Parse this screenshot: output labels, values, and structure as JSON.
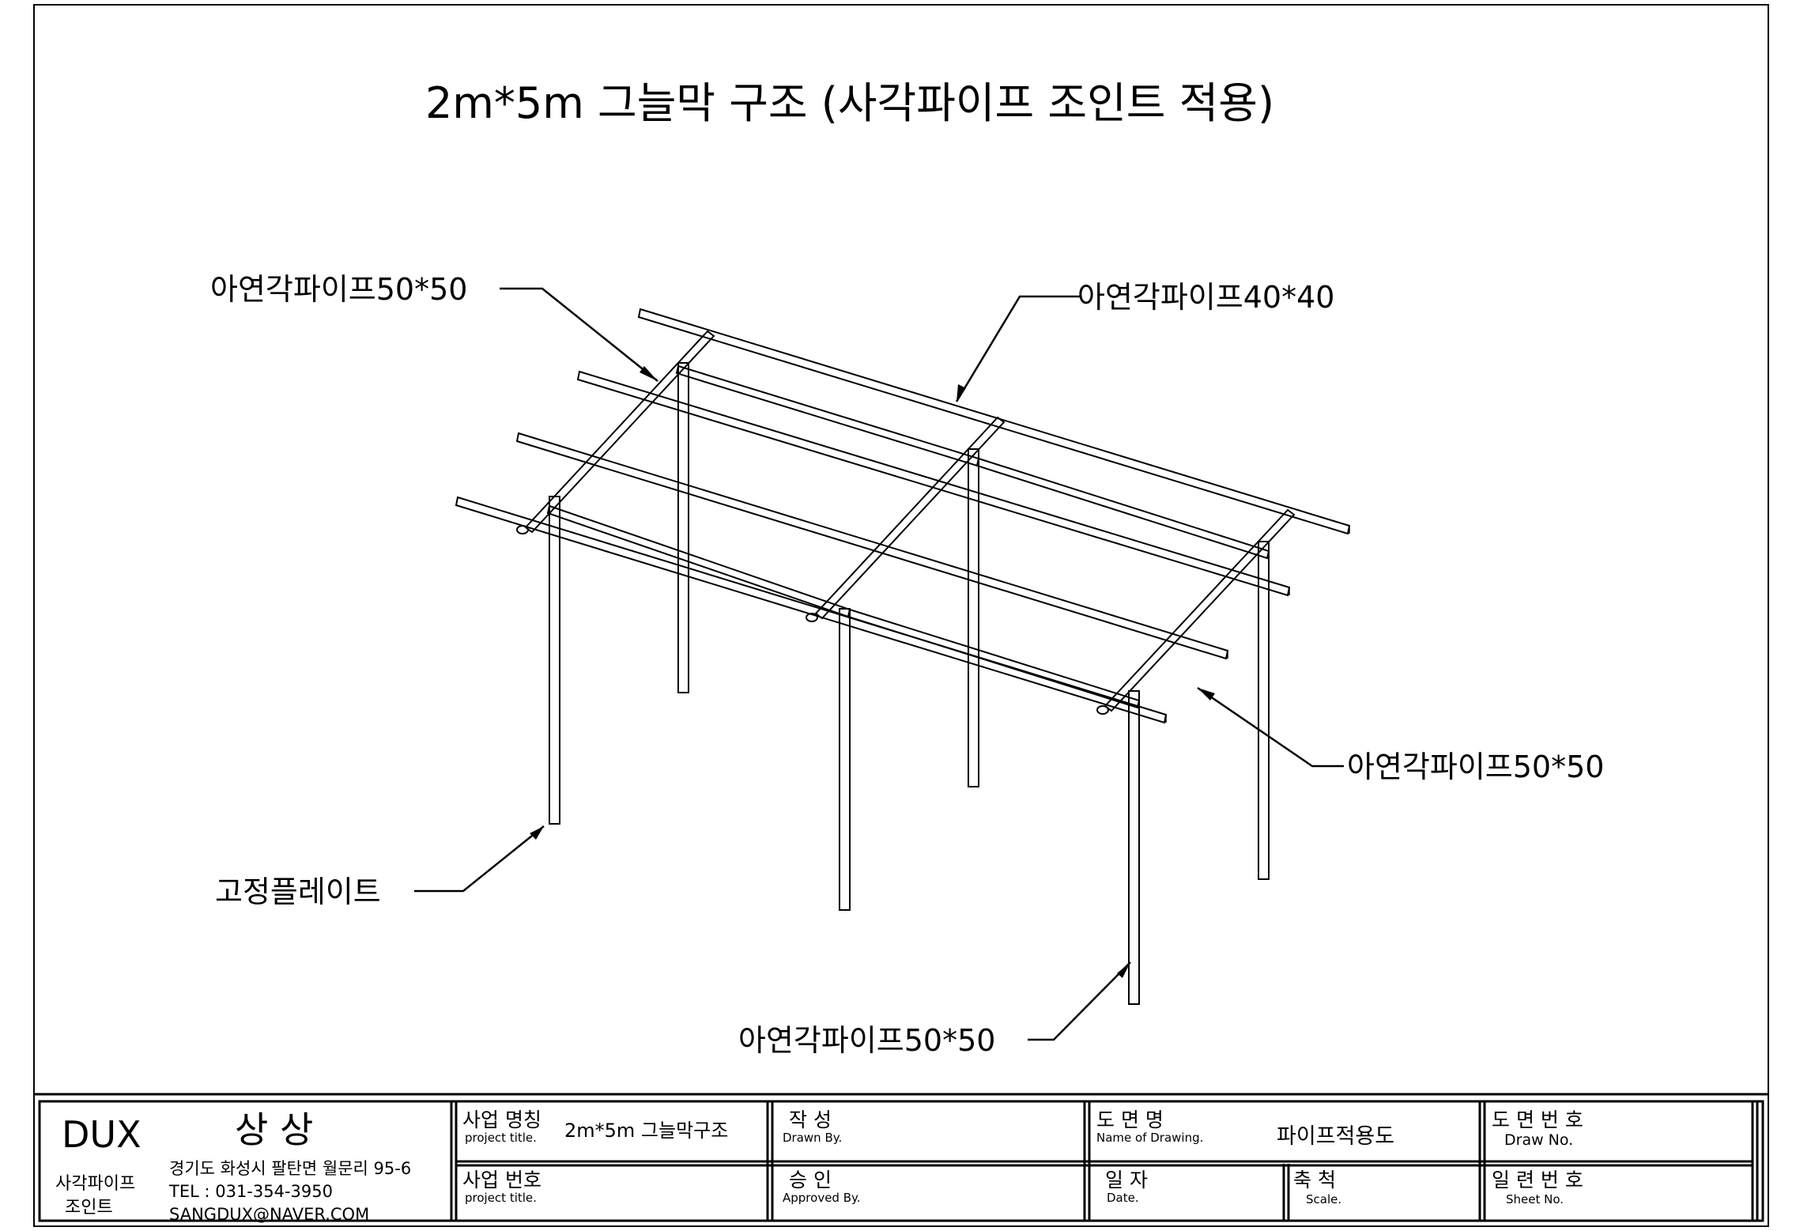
{
  "title": "2m*5m 그늘막 구조 (사각파이프 조인트 적용)",
  "callouts": {
    "top_left": "아연각파이프50*50",
    "top_right": "아연각파이프40*40",
    "mid_right": "아연각파이프50*50",
    "bottom_left": "고정플레이트",
    "bottom_center": "아연각파이프50*50"
  },
  "title_block": {
    "company": {
      "brand": "DUX",
      "name": "상 상",
      "product_line1": "사각파이프",
      "product_line2": "조인트",
      "address": "경기도 화성시 팔탄면 월문리 95-6",
      "tel": "TEL : 031-354-3950",
      "email": "SANGDUX@NAVER.COM"
    },
    "project_name": {
      "label": "사업 명칭",
      "label_en": "project title.",
      "value": "2m*5m 그늘막구조"
    },
    "project_number": {
      "label": "사업 번호",
      "label_en": "project title.",
      "value": ""
    },
    "drawn_by": {
      "label": "작 성",
      "label_en": "Drawn By.",
      "value": ""
    },
    "approved_by": {
      "label": "승 인",
      "label_en": "Approved By.",
      "value": ""
    },
    "drawing_name": {
      "label": "도 면 명",
      "label_en": "Name of Drawing.",
      "value": "파이프적용도"
    },
    "date": {
      "label": "일 자",
      "label_en": "Date.",
      "value": ""
    },
    "scale": {
      "label": "축 척",
      "label_en": "Scale.",
      "value": ""
    },
    "drawing_number": {
      "label": "도 면 번 호",
      "label_en": "Draw No.",
      "value": ""
    },
    "sheet_number": {
      "label": "일 련 번 호",
      "label_en": "Sheet No.",
      "value": ""
    }
  }
}
